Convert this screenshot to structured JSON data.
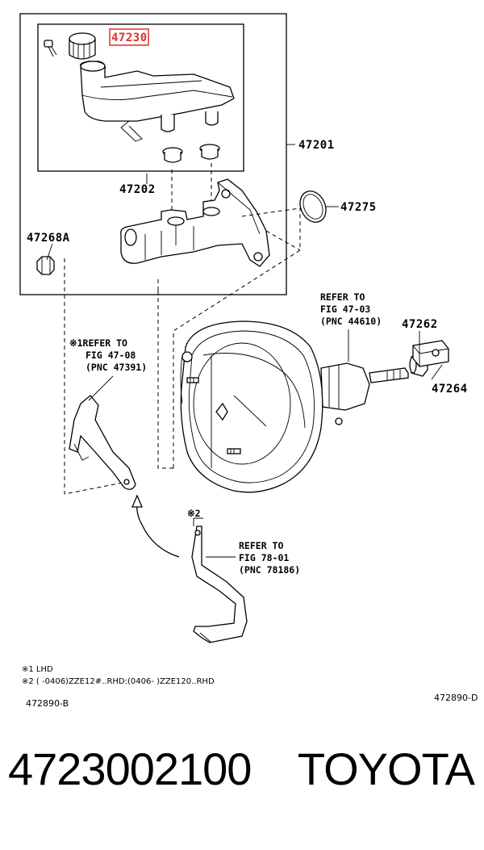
{
  "labels": {
    "p47230": "47230",
    "p47201": "47201",
    "p47202": "47202",
    "p47275": "47275",
    "p47268a": "47268A",
    "p47262": "47262",
    "p47264": "47264"
  },
  "refer_notes": {
    "r1": {
      "l1": "REFER TO",
      "l2": "FIG 47-03",
      "l3": "(PNC 44610)"
    },
    "r2": {
      "l1": "※1REFER TO",
      "l2": "FIG 47-08",
      "l3": "(PNC 47391)"
    },
    "r3": {
      "l1": "REFER TO",
      "l2": "FIG 78-01",
      "l3": "(PNC 78186)"
    }
  },
  "mark2": "※2",
  "notes": {
    "n1": "※1 LHD",
    "n2": "※2 (      -0406)ZZE12#..RHD:(0406-      )ZZE120..RHD"
  },
  "codes": {
    "left": "472890-B",
    "right": "472890-D"
  },
  "footer": {
    "part_number": "4723002100",
    "brand": "TOYOTA"
  },
  "colors": {
    "highlight": "#e0302a"
  }
}
